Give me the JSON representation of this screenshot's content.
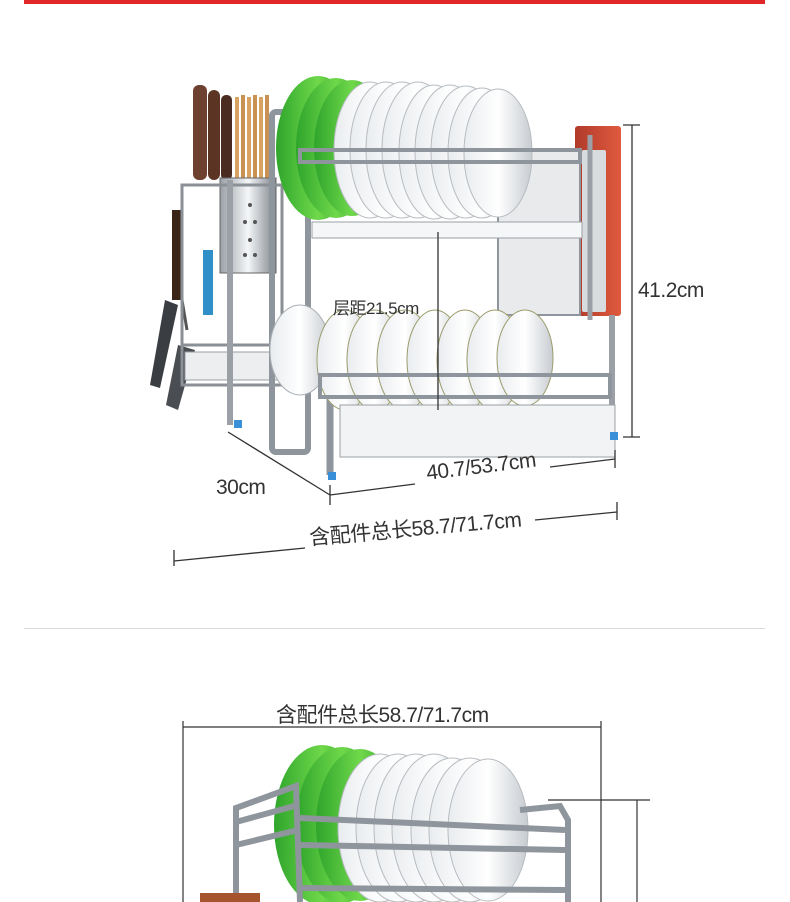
{
  "banner": {
    "accent_color": "#e0282a"
  },
  "figure1": {
    "height_label": "41.2cm",
    "layer_gap_label": "层距21.5cm",
    "depth_label": "30cm",
    "width_label": "40.7/53.7cm",
    "total_length_label": "含配件总长58.7/71.7cm"
  },
  "figure2": {
    "total_length_label": "含配件总长58.7/71.7cm"
  }
}
